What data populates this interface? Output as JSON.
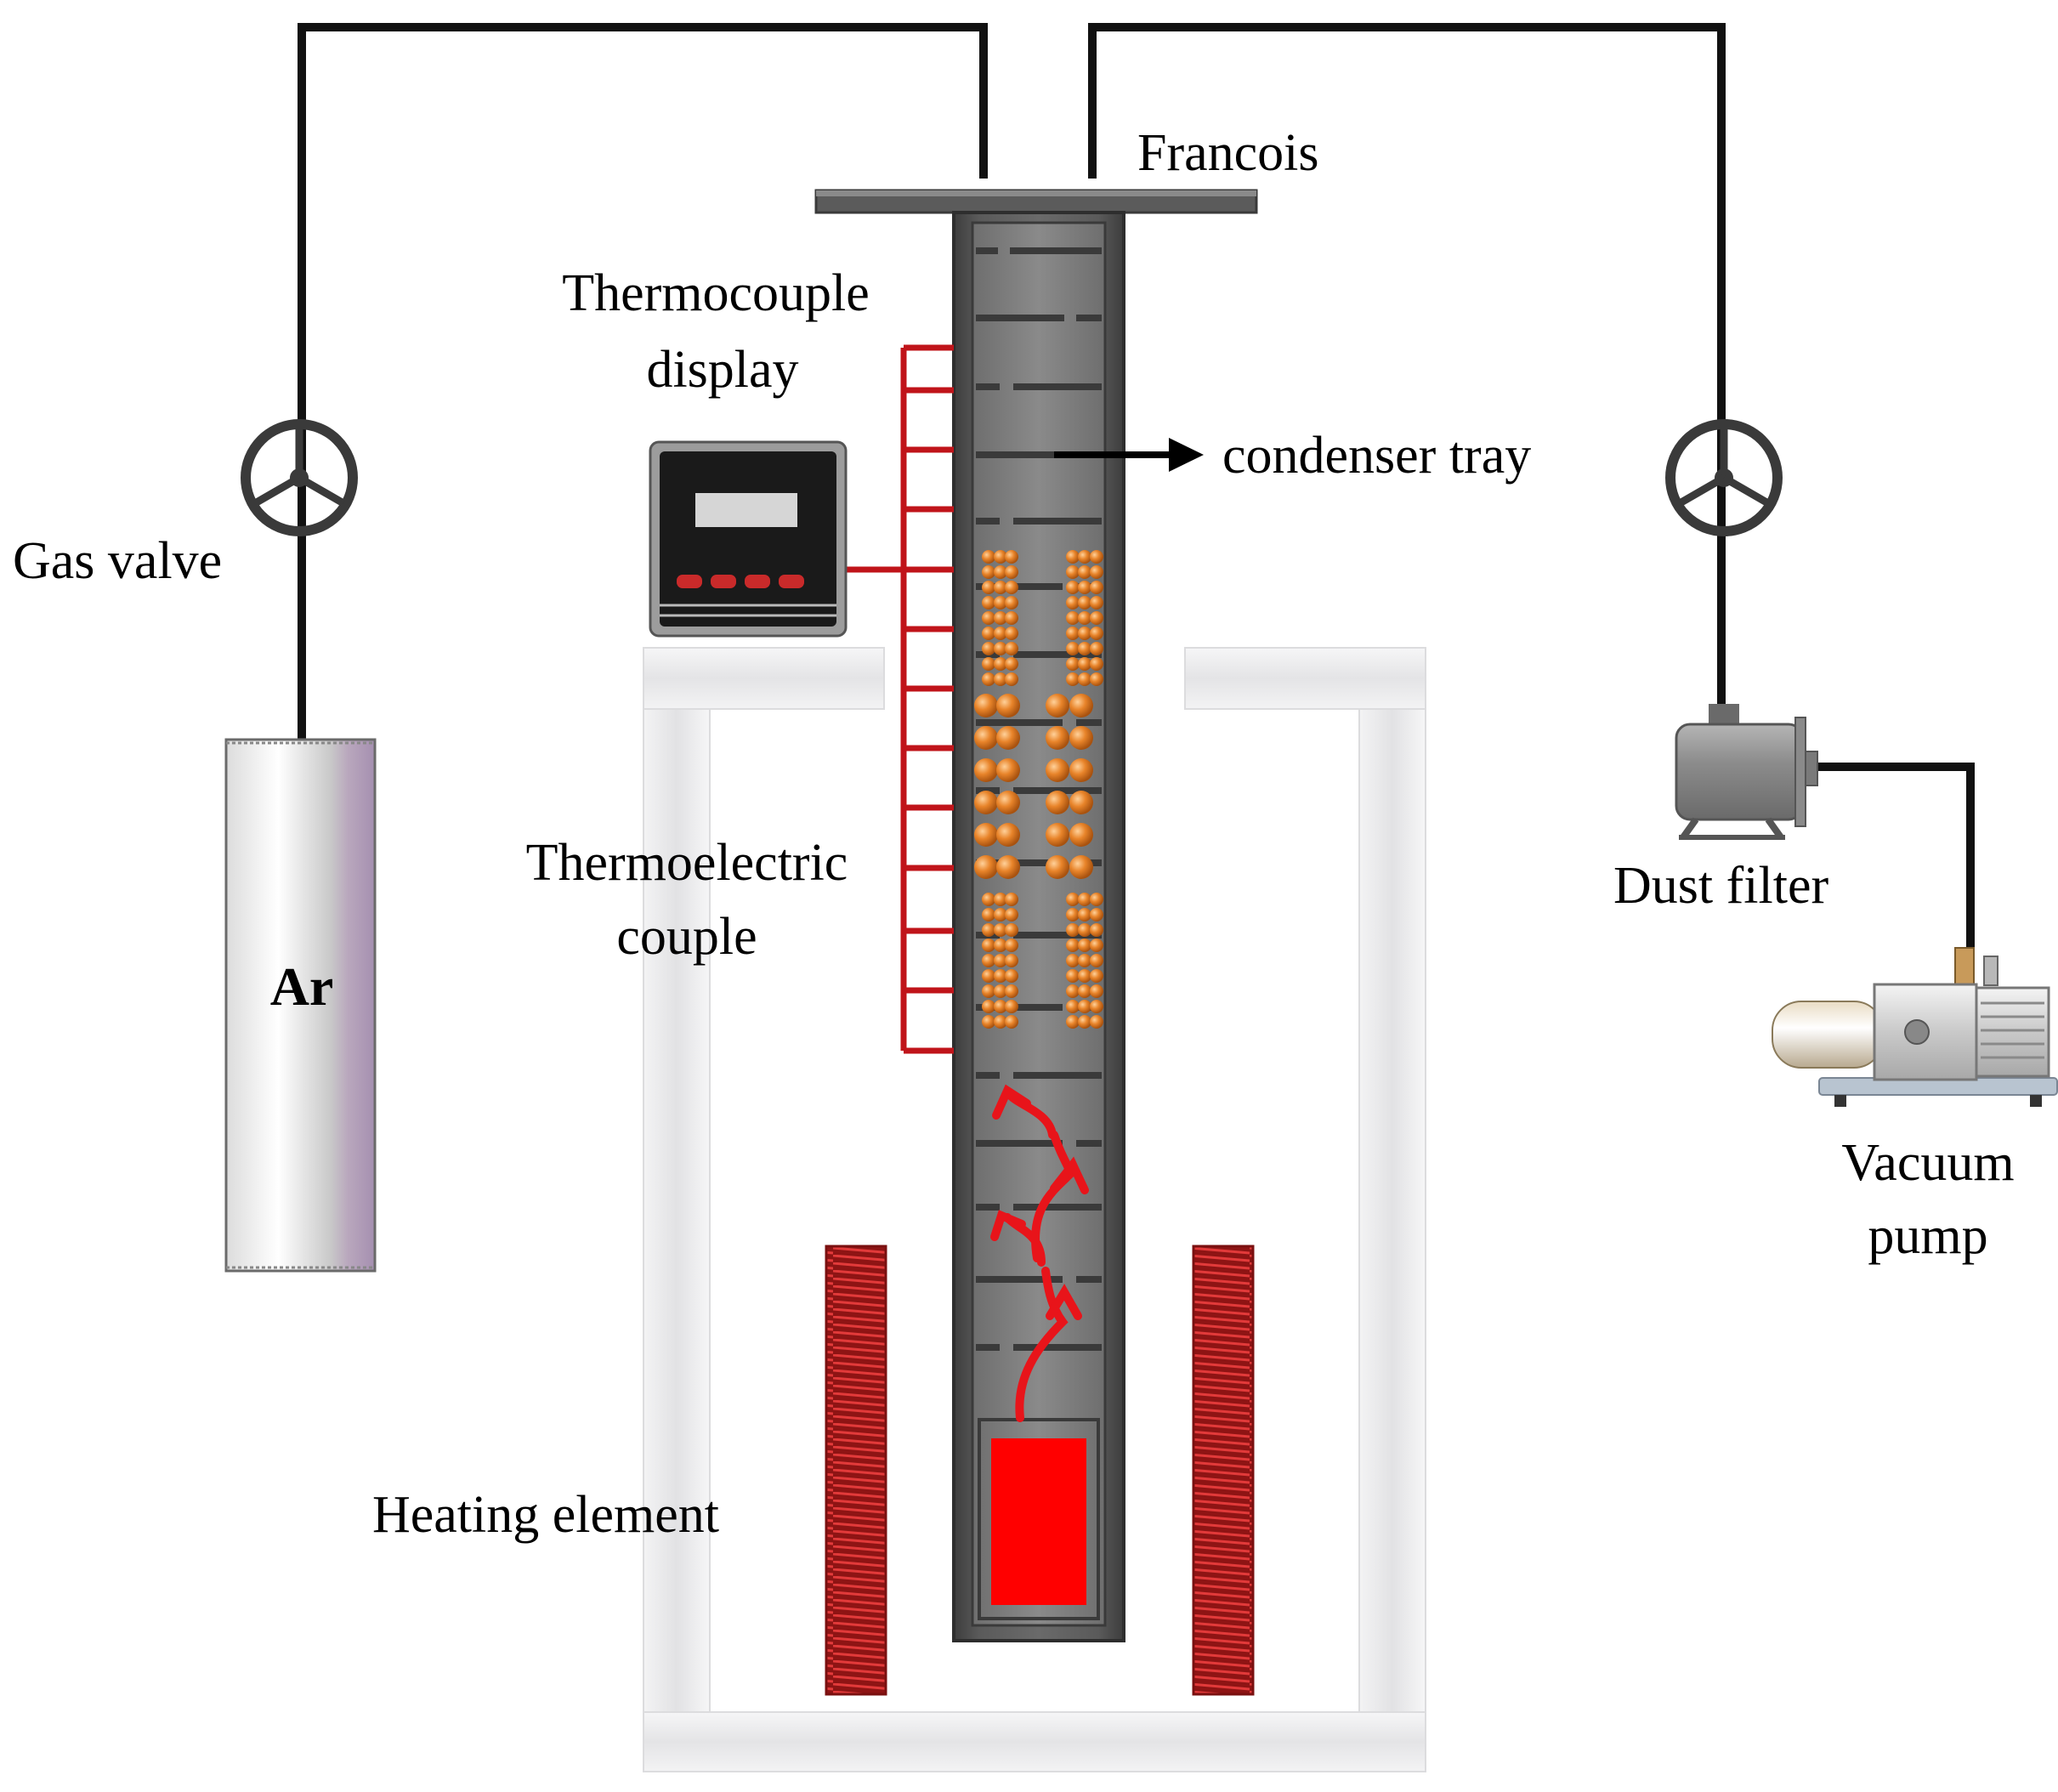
{
  "labels": {
    "francois": "Francois",
    "thermocouple_display_line1": "Thermocouple",
    "thermocouple_display_line2": "display",
    "condenser_tray": "condenser tray",
    "gas_valve": "Gas valve",
    "argon": "Ar",
    "thermoelectric_couple_line1": "Thermoelectric",
    "thermoelectric_couple_line2": "couple",
    "dust_filter": "Dust filter",
    "vacuum_pump_line1": "Vacuum",
    "vacuum_pump_line2": "pump",
    "heating_element": "Heating element"
  },
  "colors": {
    "pipe": "#111111",
    "thermocouple_wire": "#c0141a",
    "heat_flow_arrow": "#e8141a",
    "crucible": "#ff0000",
    "heating_coil": "#c41f1f",
    "particle": "#e8842a",
    "furnace_wall": "#ececee",
    "tube": "#4a4a4a"
  },
  "icons": {
    "gas_valve": "valve-wheel-icon",
    "exhaust_valve": "valve-wheel-icon",
    "dust_filter": "dust-filter-icon",
    "vacuum_pump": "vacuum-pump-icon",
    "display": "thermocouple-display-icon"
  }
}
